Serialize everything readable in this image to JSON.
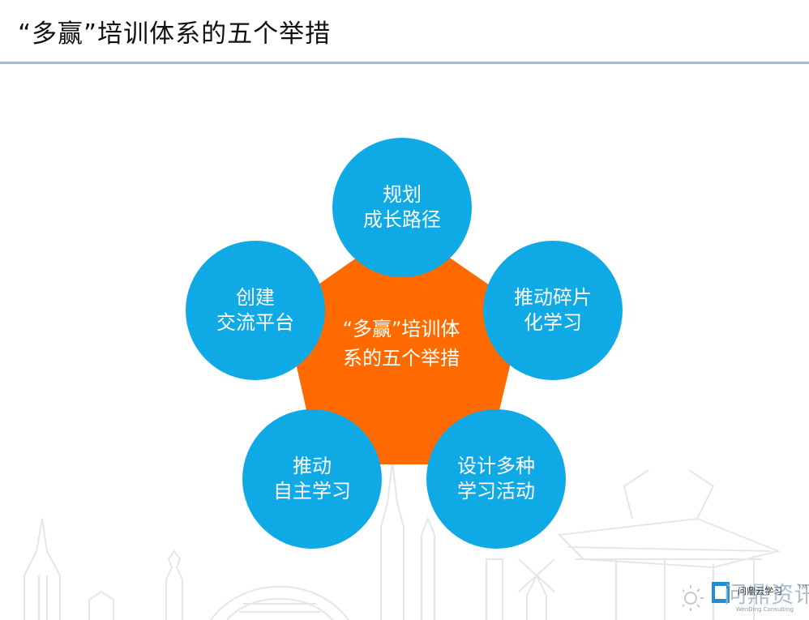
{
  "title": "“多赢”培训体系的五个举措",
  "diagram": {
    "center": {
      "line1": "“多赢”培训体",
      "line2": "系的五个举措"
    },
    "nodes": [
      {
        "line1": "规划",
        "line2": "成长路径"
      },
      {
        "line1": "推动碎片",
        "line2": "化学习"
      },
      {
        "line1": "设计多种",
        "line2": "学习活动"
      },
      {
        "line1": "推动",
        "line2": "自主学习"
      },
      {
        "line1": "创建",
        "line2": "交流平台"
      }
    ]
  },
  "branding": {
    "slogan": "问鼎云学习",
    "company": "问鼎资讯",
    "company_en": "WenDing Consulting",
    "tm": "TM"
  },
  "colors": {
    "pentagon": "#ff6a00",
    "circle": "#0fa9e6",
    "title_rule": "#a9bccb"
  }
}
